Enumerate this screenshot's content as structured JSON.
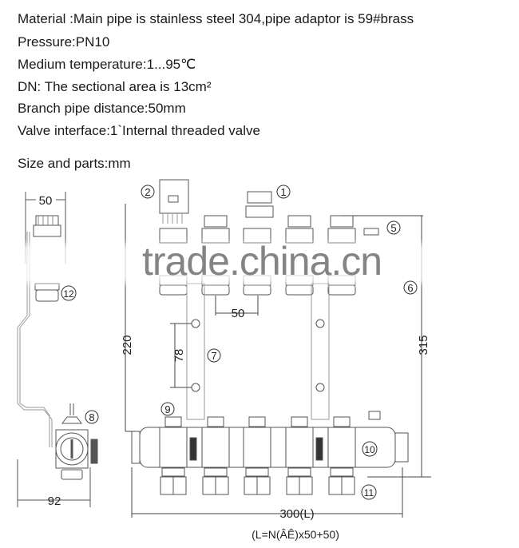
{
  "specs": [
    "Material :Main pipe is stainless steel 304,pipe adaptor is 59#brass",
    "Pressure:PN10",
    "Medium temperature:1...95℃",
    "DN: The sectional area is 13cm²",
    "Branch pipe distance:50mm",
    "Valve interface:1`Internal threaded  valve"
  ],
  "size_heading": "Size and parts:mm",
  "dimensions": {
    "side_width_top": "50",
    "branch_spacing": "50",
    "height_left": "220",
    "bracket_spacing": "78",
    "height_right": "315",
    "side_depth": "92",
    "length": "300(L)",
    "length_formula": "(L=N(ÂÊ)x50+50)"
  },
  "part_numbers": [
    "1",
    "2",
    "5",
    "6",
    "7",
    "8",
    "9",
    "10",
    "11",
    "12"
  ],
  "watermark": "trade.china.cn"
}
